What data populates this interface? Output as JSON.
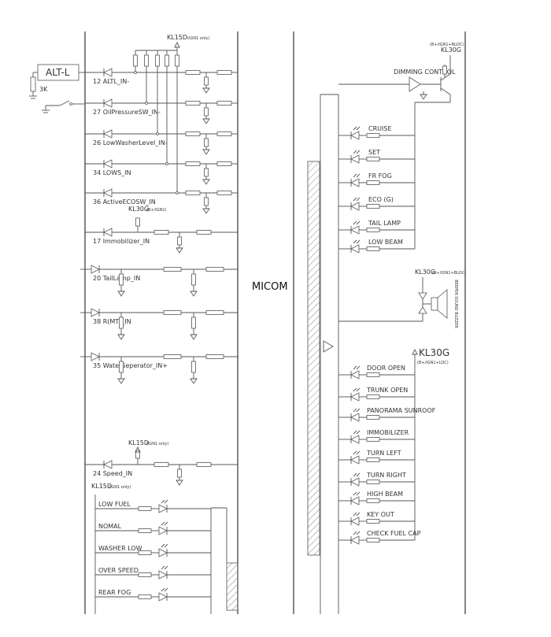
{
  "micom_label": "MICOM",
  "left": {
    "alt_box": "ALT-L",
    "resistor_3k": "3K",
    "kl15d_top": "KL15D",
    "kl15d_top_note": "(IGN1 only)",
    "kl30g_immob": "KL30G",
    "kl30g_immob_note": "(B+/IGN1)",
    "kl15d_speed": "KL15D",
    "kl15d_speed_note": "(IGN1 only)",
    "kl15d_bottom": "KL15D",
    "kl15d_bottom_note": "(IGN1 only)",
    "inputs": [
      "12 ALTL_IN-",
      "27 OilPressureSW_IN-",
      "26 LowWasherLevel_IN-",
      "34 LOWS_IN",
      "36 ActiveECOSW_IN",
      "17 Immobilizer_IN",
      "20 TailLamp_IN",
      "38 R(MT)_IN",
      "35 WaterSeperator_IN+",
      "24 Speed_IN"
    ],
    "bottom_leds": [
      "LOW FUEL",
      "NOMAL",
      "WASHER LOW",
      "OVER SPEED",
      "REAR FOG"
    ]
  },
  "right": {
    "kl30g_top": "KL30G",
    "kl30g_top_note": "(B+/IGN1+BLOC)",
    "dimming": "DIMMING CONTROL",
    "leds_top": [
      "CRUISE",
      "SET",
      "FR FOG",
      "ECO (G)",
      "TAIL LAMP",
      "LOW BEAM"
    ],
    "kl30g_buzzer": "KL30G",
    "kl30g_buzzer_note": "(B+/IGN1+BLOC)",
    "buzzer": "BEEPER SOUND BUZZER",
    "kl30g_bottom": "KL30G",
    "kl30g_bottom_note": "(B+/IGN1+LOC)",
    "leds_bottom": [
      "DOOR OPEN",
      "TRUNK OPEN",
      "PANORAMA SUNROOF",
      "IMMOBILIZER",
      "TURN LEFT",
      "TURN RIGHT",
      "HIGH BEAM",
      "KEY OUT",
      "CHECK FUEL CAP"
    ]
  }
}
